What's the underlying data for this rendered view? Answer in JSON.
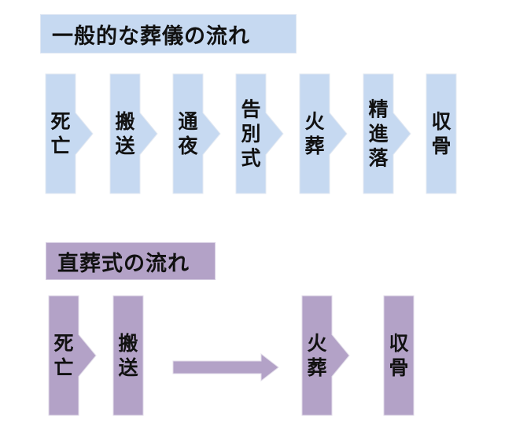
{
  "general": {
    "title": "一般的な葬儀の流れ",
    "color": "#c6d9f1",
    "steps": [
      "死亡",
      "搬送",
      "通夜",
      "告別式",
      "火葬",
      "精進落",
      "収骨"
    ]
  },
  "direct": {
    "title": "直葬式の流れ",
    "color": "#b3a2c7",
    "steps": [
      "死亡",
      "搬送",
      "火葬",
      "収骨"
    ]
  }
}
